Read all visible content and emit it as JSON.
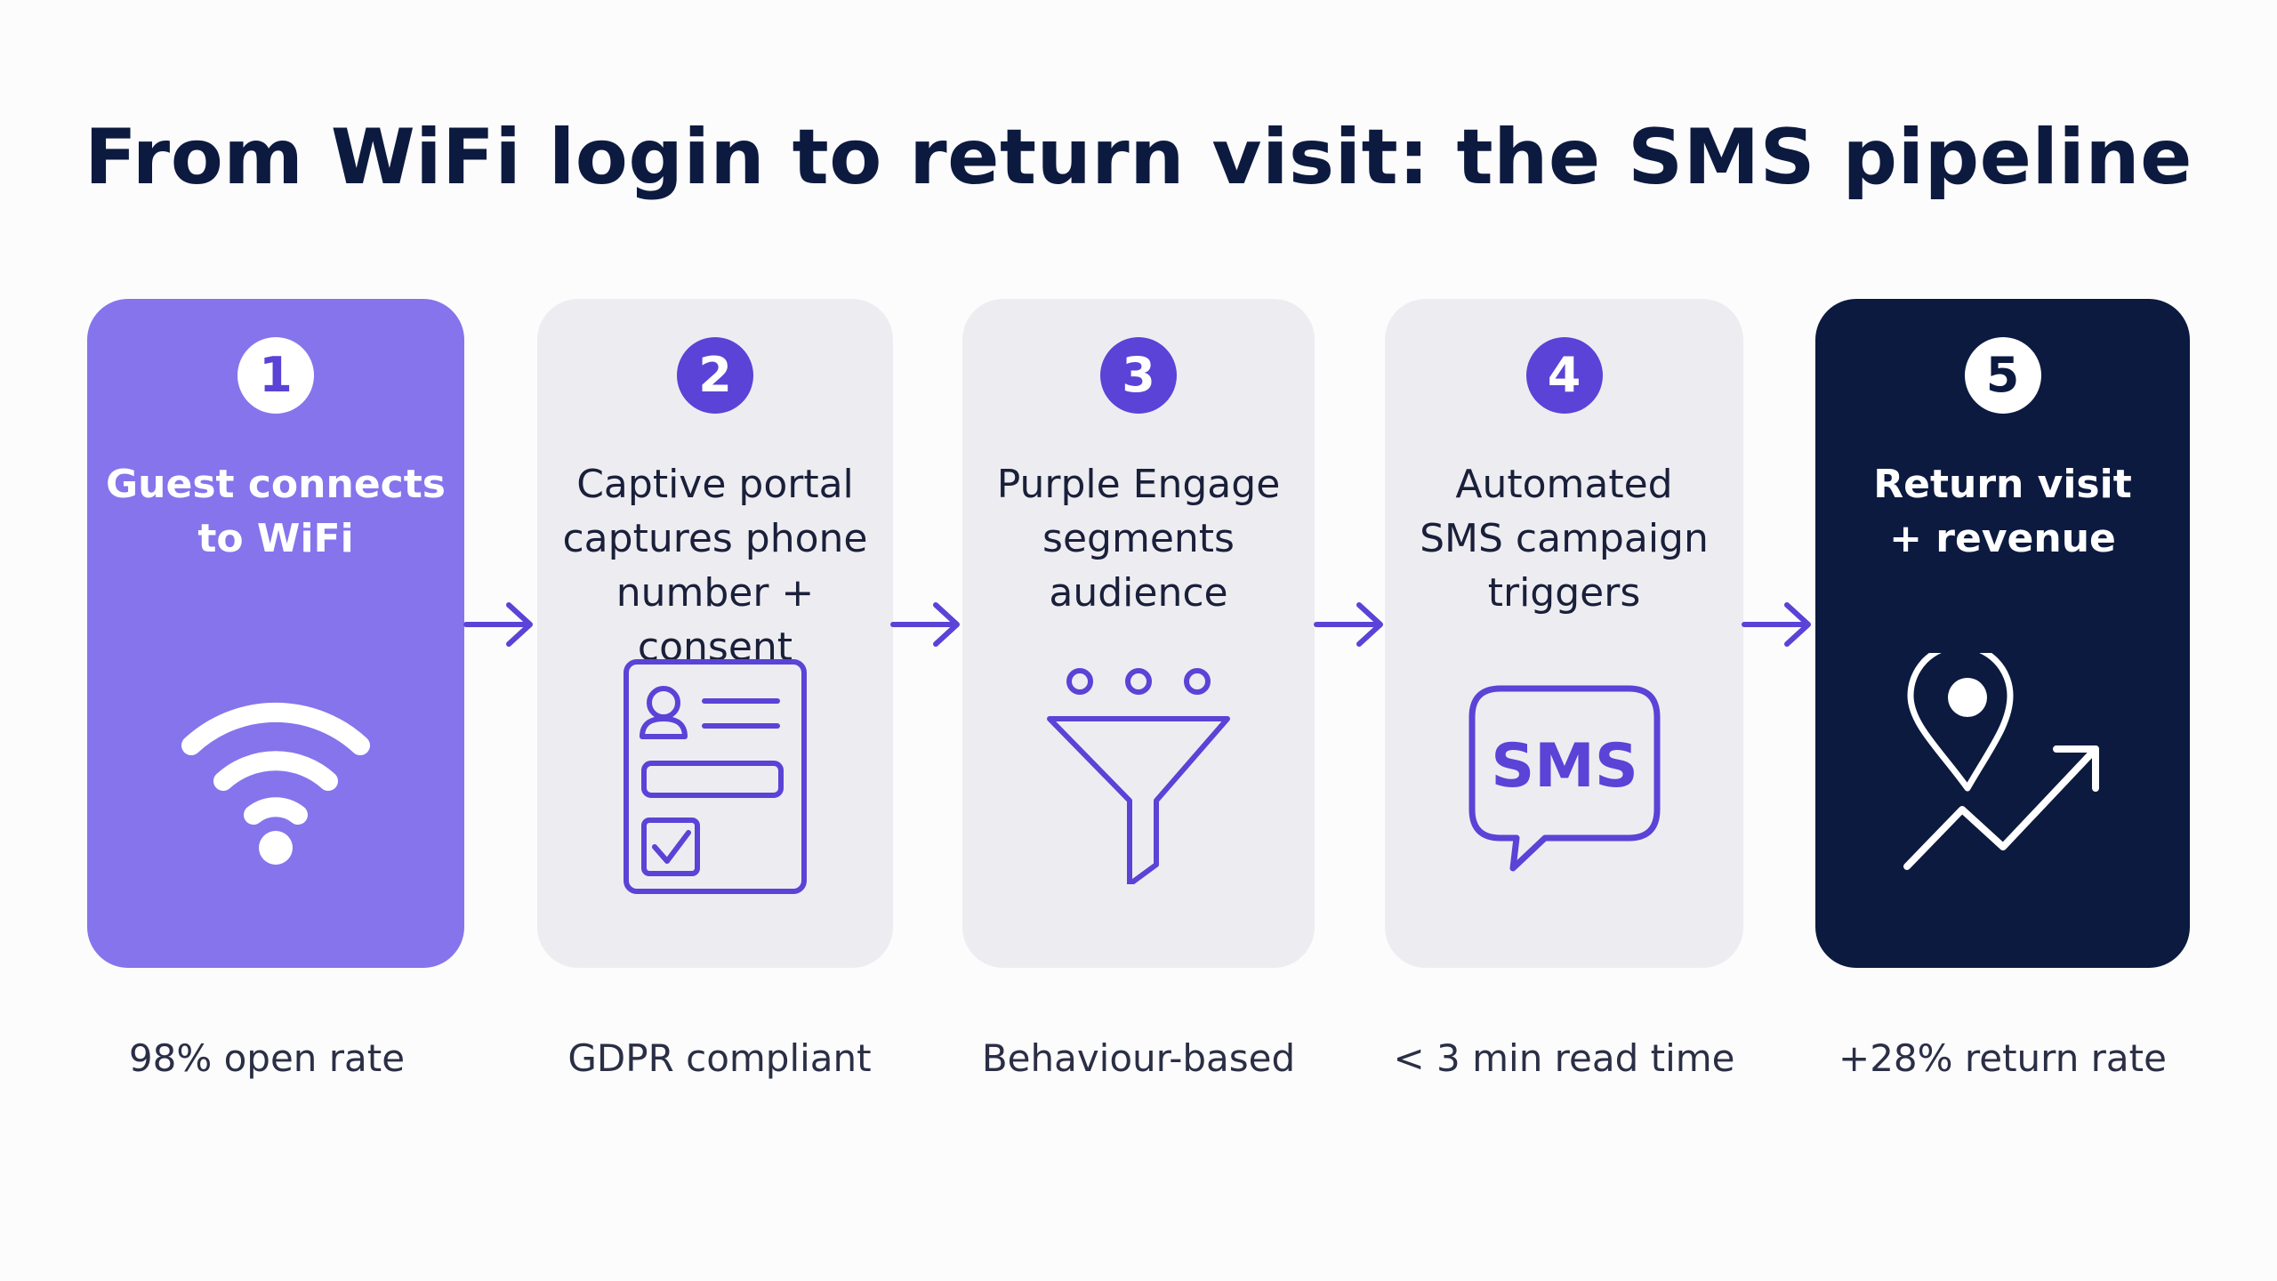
{
  "title": "From WiFi login to return visit: the SMS pipeline",
  "colors": {
    "accent_purple": "#5a43d6",
    "step1_bg": "#8574ec",
    "neutral_card_bg": "#ededf1",
    "dark_navy": "#0c1a40",
    "title_color": "#0d1a3f"
  },
  "steps": [
    {
      "number": "1",
      "label_lines": [
        "Guest connects",
        "to WiFi"
      ],
      "icon": "wifi-icon",
      "footnote": "98% open rate"
    },
    {
      "number": "2",
      "label_lines": [
        "Captive portal",
        "captures phone",
        "number + consent"
      ],
      "icon": "form-icon",
      "footnote": "GDPR compliant"
    },
    {
      "number": "3",
      "label_lines": [
        "Purple Engage",
        "segments",
        "audience"
      ],
      "icon": "funnel-icon",
      "footnote": "Behaviour-based"
    },
    {
      "number": "4",
      "label_lines": [
        "Automated",
        "SMS campaign",
        "triggers"
      ],
      "icon": "sms-bubble-icon",
      "icon_text": "SMS",
      "footnote": "< 3 min read time"
    },
    {
      "number": "5",
      "label_lines": [
        "Return visit",
        "+ revenue"
      ],
      "icon": "location-growth-icon",
      "footnote": "+28% return rate"
    }
  ]
}
